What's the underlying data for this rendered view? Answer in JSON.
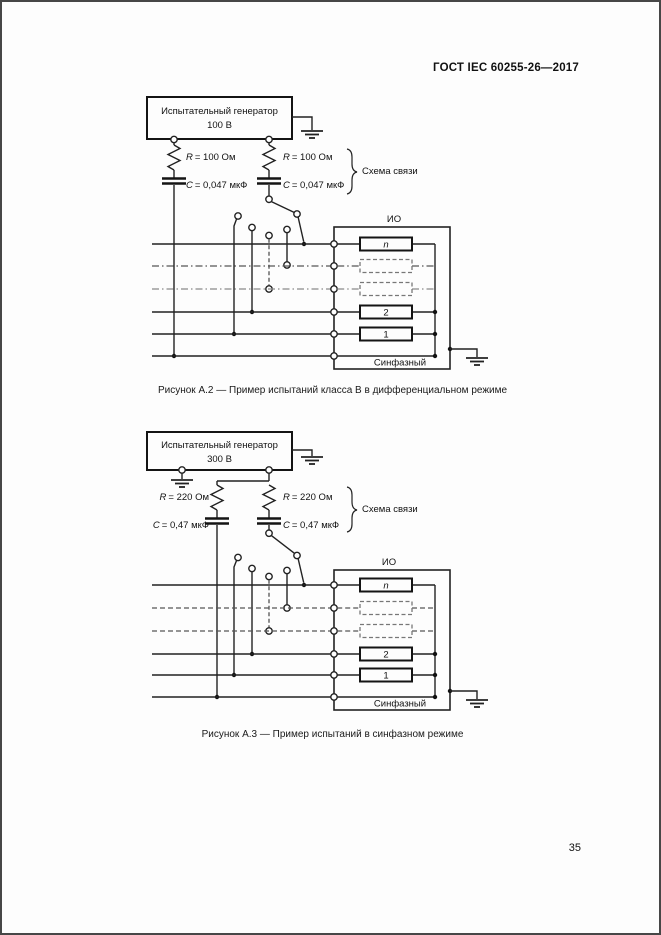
{
  "page": {
    "header": "ГОСТ IEC 60255-26—2017",
    "page_number": "35"
  },
  "colors": {
    "ink": "#111111",
    "paper": "#fdfdfd"
  },
  "figure_a2": {
    "generator_title": "Испытательный генератор",
    "generator_voltage": "100 В",
    "left_resistor": {
      "sym": "R",
      "val": "= 100 Ом"
    },
    "left_capacitor": {
      "sym": "C",
      "val": "= 0,047 мкФ"
    },
    "right_resistor": {
      "sym": "R",
      "val": "= 100 Ом"
    },
    "right_capacitor": {
      "sym": "C",
      "val": "= 0,047 мкФ"
    },
    "coupling_network": "Схема связи",
    "eut_label": "ИО",
    "port_n": "n",
    "port_2": "2",
    "port_1": "1",
    "common_mode": "Синфазный",
    "caption": "Рисунок А.2 — Пример испытаний класса В в дифференциальном режиме"
  },
  "figure_a3": {
    "generator_title": "Испытательный генератор",
    "generator_voltage": "300 В",
    "left_resistor": {
      "sym": "R",
      "val": "= 220 Ом"
    },
    "left_capacitor": {
      "sym": "C",
      "val": "= 0,47 мкФ"
    },
    "right_resistor": {
      "sym": "R",
      "val": "= 220 Ом"
    },
    "right_capacitor": {
      "sym": "C",
      "val": "= 0,47 мкФ"
    },
    "coupling_network": "Схема связи",
    "eut_label": "ИО",
    "port_n": "n",
    "port_2": "2",
    "port_1": "1",
    "common_mode": "Синфазный",
    "caption": "Рисунок А.3 — Пример испытаний в синфазном режиме"
  }
}
